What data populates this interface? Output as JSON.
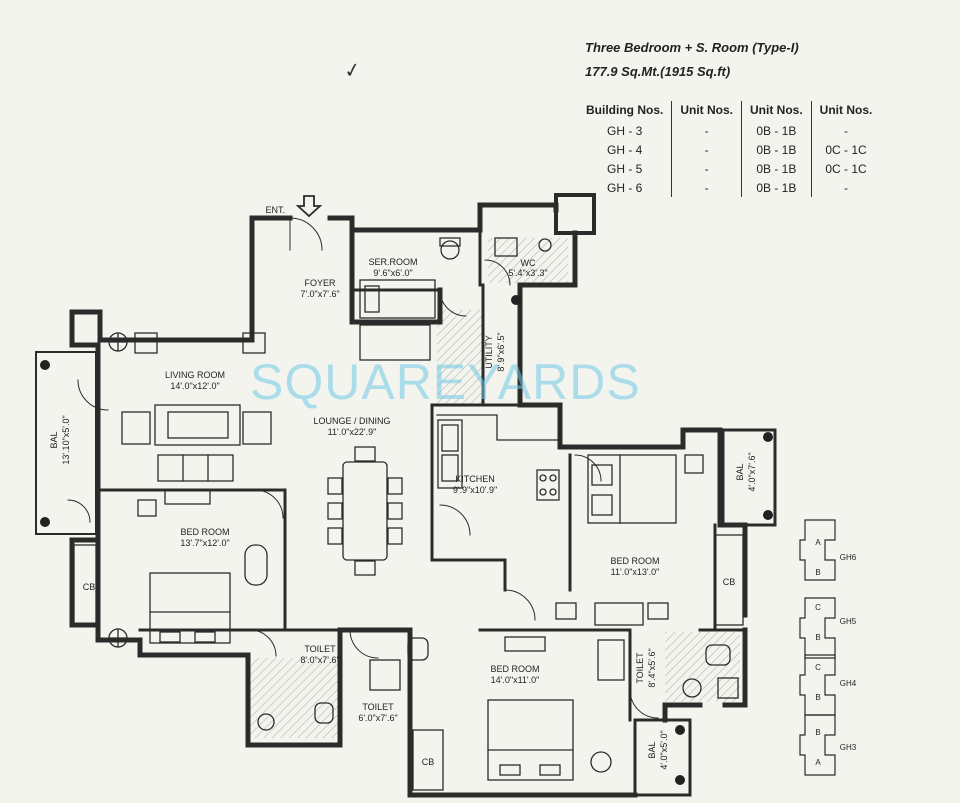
{
  "header": {
    "title": "Three Bedroom + S. Room (Type-I)",
    "area": "177.9 Sq.Mt.(1915 Sq.ft)"
  },
  "unit_table": {
    "headers": [
      "Building Nos.",
      "Unit Nos.",
      "Unit Nos.",
      "Unit Nos."
    ],
    "rows": [
      [
        "GH - 3",
        "-",
        "0B - 1B",
        "-"
      ],
      [
        "GH - 4",
        "-",
        "0B - 1B",
        "0C - 1C"
      ],
      [
        "GH - 5",
        "-",
        "0B - 1B",
        "0C - 1C"
      ],
      [
        "GH - 6",
        "-",
        "0B - 1B",
        "-"
      ]
    ]
  },
  "entrance_label": "ENT.",
  "check_mark": "✓",
  "watermark": "SQUAREYARDS",
  "rooms": [
    {
      "name": "FOYER",
      "dim": "7'.0\"x7'.6\""
    },
    {
      "name": "SER.ROOM",
      "dim": "9'.6\"x6'.0\""
    },
    {
      "name": "WC",
      "dim": "5'.4\"x3'.3\""
    },
    {
      "name": "UTILITY",
      "dim": "8'.9\"x6'.5\""
    },
    {
      "name": "LIVING ROOM",
      "dim": "14'.0\"x12'.0\""
    },
    {
      "name": "LOUNGE / DINING",
      "dim": "11'.0\"x22'.9\""
    },
    {
      "name": "KITCHEN",
      "dim": "9'.9\"x10'.9\""
    },
    {
      "name": "BAL",
      "dim": "13'.10\"x5'.0\""
    },
    {
      "name": "BAL",
      "dim": "4'.0\"x7'.6\""
    },
    {
      "name": "BED ROOM",
      "dim": "13'.7\"x12'.0\""
    },
    {
      "name": "BED ROOM",
      "dim": "11'.0\"x13'.0\""
    },
    {
      "name": "BED ROOM",
      "dim": "14'.0\"x11'.0\""
    },
    {
      "name": "TOILET",
      "dim": "8'.0\"x7'.6\""
    },
    {
      "name": "TOILET",
      "dim": "6'.0\"x7'.6\""
    },
    {
      "name": "TOILET",
      "dim": "8'.4\"x5'.6\""
    },
    {
      "name": "BAL",
      "dim": "4'.0\"x5'.0\""
    }
  ],
  "cupboards": [
    "CB",
    "CB",
    "CB"
  ],
  "key_plan": {
    "blocks": [
      {
        "name": "GH6",
        "units": [
          "A",
          "B"
        ]
      },
      {
        "name": "GH5",
        "units": [
          "C",
          "B"
        ]
      },
      {
        "name": "GH4",
        "units": [
          "C",
          "B"
        ]
      },
      {
        "name": "GH3",
        "units": [
          "B",
          "A"
        ]
      }
    ]
  },
  "colors": {
    "wall": "#2b2b2b",
    "paper": "#f4f4ef",
    "watermark": "#6ec8e6",
    "hatch": "#bdbdb6"
  }
}
